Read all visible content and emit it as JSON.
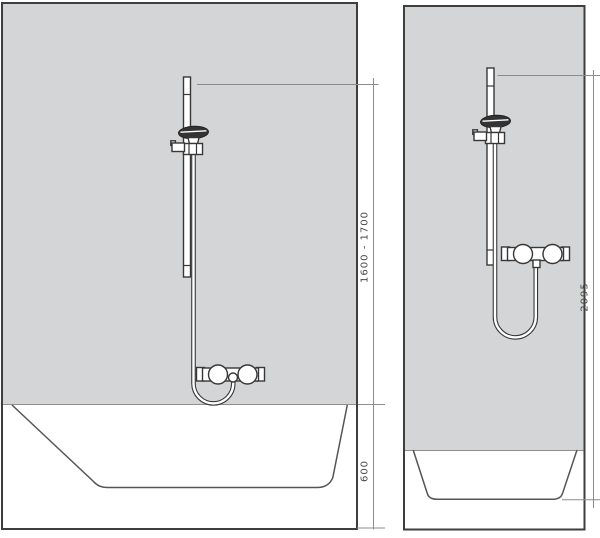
{
  "drawing": {
    "left_panel": {
      "dim_rail_height_label": "1600 - 1700",
      "dim_tub_height_label": "600"
    },
    "right_panel": {
      "dim_total_height_label": "2095"
    },
    "colors": {
      "wall_fill": "#d4d5d6",
      "outline": "#3e3e3e",
      "fixture_line": "#383838",
      "dimension_line": "#8c8c8c",
      "dimension_text": "#4a4a4a",
      "shower_head_fill": "#333333",
      "background": "#ffffff"
    }
  }
}
